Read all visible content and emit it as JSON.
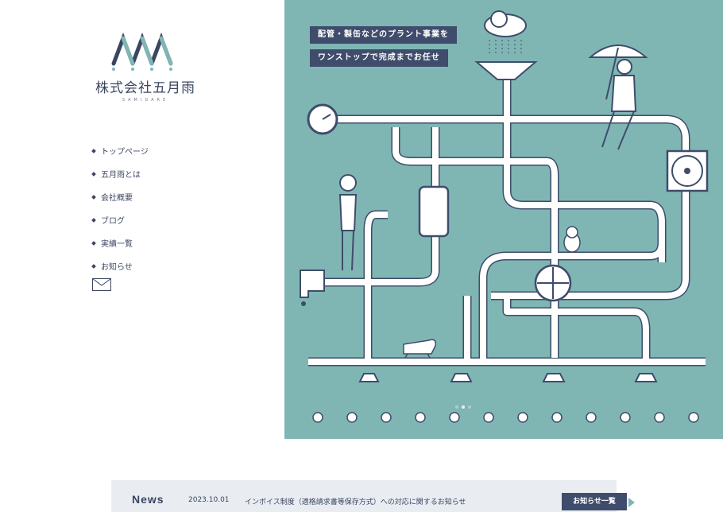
{
  "company": {
    "name": "株式会社五月雨",
    "romaji": "SAMIDARE"
  },
  "nav": [
    {
      "label": "トップページ"
    },
    {
      "label": "五月雨とは"
    },
    {
      "label": "会社概要"
    },
    {
      "label": "ブログ"
    },
    {
      "label": "実績一覧"
    },
    {
      "label": "お知らせ"
    }
  ],
  "hero": {
    "tagline_1": "配管・製缶などのプラント事業を",
    "tagline_2": "ワンストップで完成までお任せ",
    "slide_count": 3,
    "active_slide": 1
  },
  "news": {
    "title": "News",
    "date": "2023.10.01",
    "text": "インボイス制度（適格請求書等保存方式）への対応に関するお知らせ",
    "button_label": "お知らせ一覧"
  },
  "colors": {
    "navy": "#3f4c6b",
    "teal": "#7fb6b4",
    "news_bg": "#e9edf2"
  }
}
